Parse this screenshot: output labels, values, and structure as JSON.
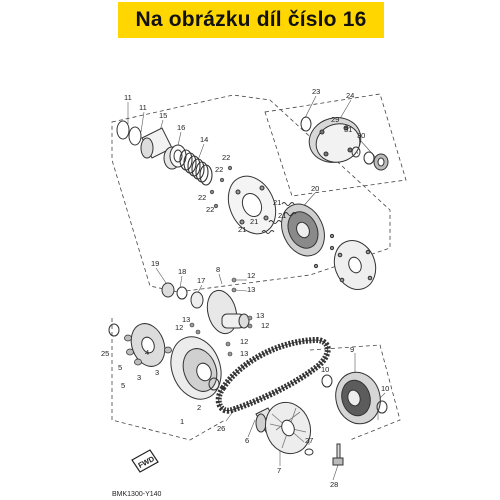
{
  "banner": {
    "text": "Na obrázku díl číslo 16"
  },
  "diagram": {
    "fwd_label": "FWD",
    "reference_code": "BMK1300-Y140",
    "callouts": {
      "c1": "1",
      "c2": "2",
      "c3a": "3",
      "c3b": "3",
      "c4": "4",
      "c5a": "5",
      "c5b": "5",
      "c6": "6",
      "c7": "7",
      "c8": "8",
      "c9": "9",
      "c10a": "10",
      "c10b": "10",
      "c11a": "11",
      "c11b": "11",
      "c12a": "12",
      "c12b": "12",
      "c12c": "12",
      "c12d": "12",
      "c13a": "13",
      "c13b": "13",
      "c13c": "13",
      "c13d": "13",
      "c14": "14",
      "c15": "15",
      "c16": "16",
      "c17": "17",
      "c18": "18",
      "c19": "19",
      "c20": "20",
      "c21a": "21",
      "c21b": "21",
      "c21c": "21",
      "c21d": "21",
      "c22a": "22",
      "c22b": "22",
      "c22c": "22",
      "c22d": "22",
      "c23": "23",
      "c24": "24",
      "c25": "25",
      "c26": "26",
      "c27": "27",
      "c28": "28",
      "c29": "29",
      "c30": "30",
      "c31": "31"
    }
  }
}
